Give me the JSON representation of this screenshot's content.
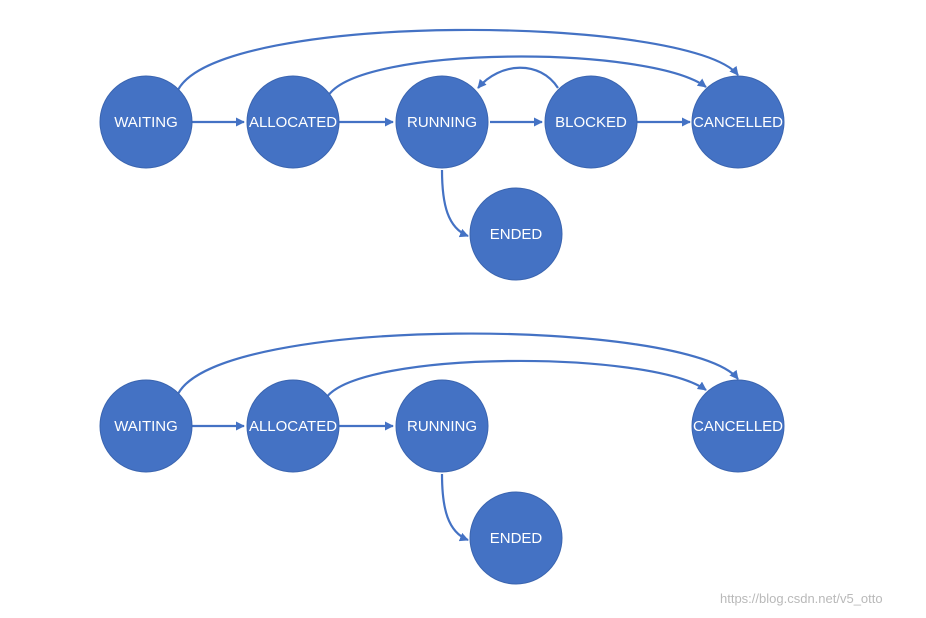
{
  "diagrams": [
    {
      "nodes": [
        {
          "id": "waiting",
          "label": "WAITING"
        },
        {
          "id": "allocated",
          "label": "ALLOCATED"
        },
        {
          "id": "running",
          "label": "RUNNING"
        },
        {
          "id": "blocked",
          "label": "BLOCKED"
        },
        {
          "id": "cancelled",
          "label": "CANCELLED"
        },
        {
          "id": "ended",
          "label": "ENDED"
        }
      ],
      "edges": [
        {
          "from": "waiting",
          "to": "allocated"
        },
        {
          "from": "allocated",
          "to": "running"
        },
        {
          "from": "running",
          "to": "blocked"
        },
        {
          "from": "blocked",
          "to": "cancelled"
        },
        {
          "from": "blocked",
          "to": "running"
        },
        {
          "from": "allocated",
          "to": "cancelled"
        },
        {
          "from": "waiting",
          "to": "cancelled"
        },
        {
          "from": "running",
          "to": "ended"
        }
      ]
    },
    {
      "nodes": [
        {
          "id": "waiting",
          "label": "WAITING"
        },
        {
          "id": "allocated",
          "label": "ALLOCATED"
        },
        {
          "id": "running",
          "label": "RUNNING"
        },
        {
          "id": "cancelled",
          "label": "CANCELLED"
        },
        {
          "id": "ended",
          "label": "ENDED"
        }
      ],
      "edges": [
        {
          "from": "waiting",
          "to": "allocated"
        },
        {
          "from": "allocated",
          "to": "running"
        },
        {
          "from": "allocated",
          "to": "cancelled"
        },
        {
          "from": "waiting",
          "to": "cancelled"
        },
        {
          "from": "running",
          "to": "ended"
        }
      ]
    }
  ],
  "watermark": "https://blog.csdn.net/v5_otto",
  "colors": {
    "node_fill": "#4472c4",
    "edge": "#4472c4",
    "label": "#ffffff",
    "watermark": "#b9b9b9"
  }
}
